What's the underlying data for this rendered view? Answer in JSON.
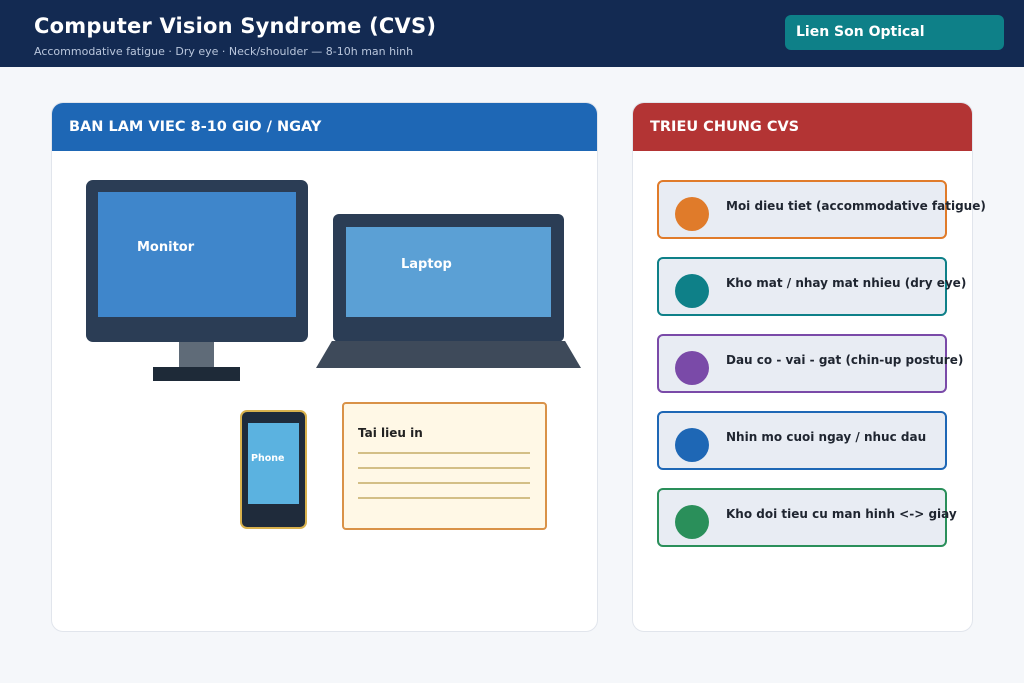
{
  "header": {
    "title": "Computer Vision Syndrome (CVS)",
    "subtitle": "Accommodative fatigue · Dry eye · Neck/shoulder — 8-10h man hinh",
    "brand": "Lien Son Optical"
  },
  "left_panel": {
    "title": "BAN LAM VIEC 8-10 GIO / NGAY",
    "monitor_label": "Monitor",
    "laptop_label": "Laptop",
    "phone_label": "Phone",
    "doc_label": "Tai lieu in"
  },
  "right_panel": {
    "title": "TRIEU CHUNG CVS",
    "symptoms": [
      {
        "text": "Moi dieu tiet (accommodative fatigue)",
        "color": "#e07b2a"
      },
      {
        "text": "Kho mat / nhay mat nhieu (dry eye)",
        "color": "#0e8088"
      },
      {
        "text": "Dau co - vai - gat (chin-up posture)",
        "color": "#7a4aa8"
      },
      {
        "text": "Nhin mo cuoi ngay / nhuc dau",
        "color": "#1e67b5"
      },
      {
        "text": "Kho doi tieu cu man hinh <-> giay",
        "color": "#2a8f5a"
      }
    ]
  },
  "colors": {
    "header_bg": "#132a52",
    "brand_bg": "#0e8088",
    "left_head": "#1e67b5",
    "right_head": "#b33434"
  }
}
